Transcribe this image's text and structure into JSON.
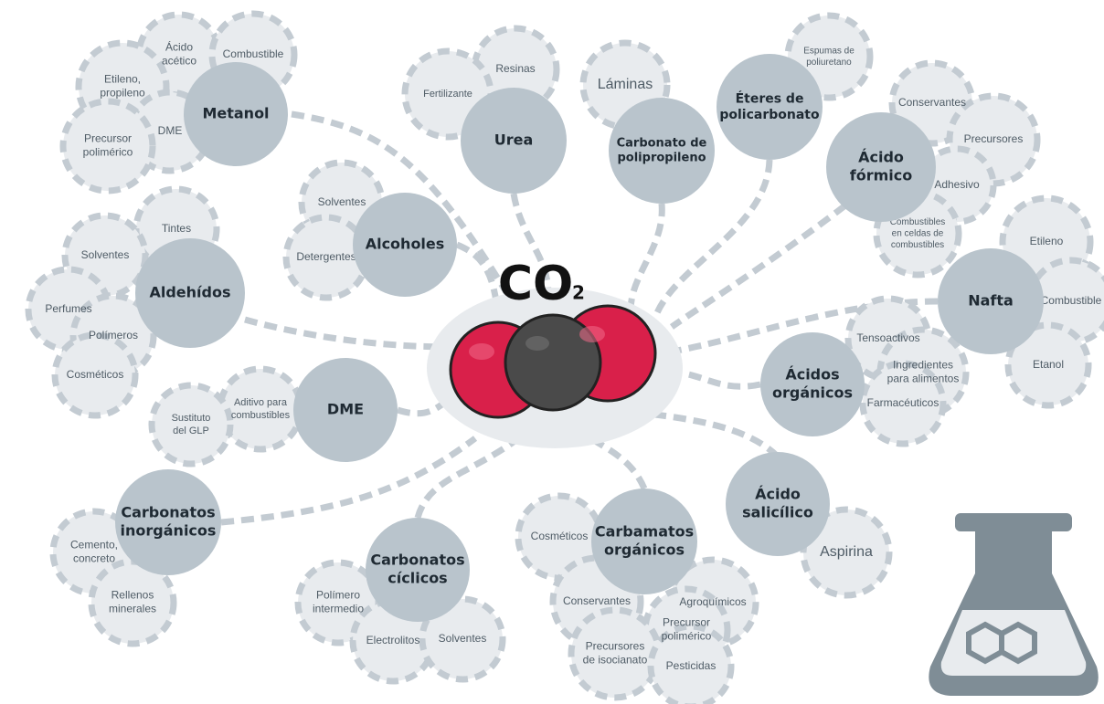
{
  "center": {
    "title": "CO",
    "subscript": "2"
  },
  "hubs": {
    "metanol": [
      "Metanol"
    ],
    "urea": [
      "Urea"
    ],
    "carbonato_pp": [
      "Carbonato de",
      "polipropileno"
    ],
    "eteres": [
      "Éteres de",
      "policarbonato"
    ],
    "acido_formico": [
      "Ácido",
      "fórmico"
    ],
    "alcoholes": [
      "Alcoholes"
    ],
    "aldehidos": [
      "Aldehídos"
    ],
    "nafta": [
      "Nafta"
    ],
    "acidos_organicos": [
      "Ácidos",
      "orgánicos"
    ],
    "dme": [
      "DME"
    ],
    "acido_salicilico": [
      "Ácido",
      "salicílico"
    ],
    "carbonatos_inorganicos": [
      "Carbonatos",
      "inorgánicos"
    ],
    "carbonatos_ciclicos": [
      "Carbonatos",
      "cíclicos"
    ],
    "carbamatos": [
      "Carbamatos",
      "orgánicos"
    ]
  },
  "satellites": {
    "acido_acetico": [
      "Ácido",
      "acético"
    ],
    "combustible_metanol": [
      "Combustible"
    ],
    "etileno_propileno": [
      "Etileno,",
      "propileno"
    ],
    "dme_metanol": [
      "DME"
    ],
    "precursor_polimerico": [
      "Precursor",
      "polimérico"
    ],
    "resinas": [
      "Resinas"
    ],
    "fertilizante": [
      "Fertilizante"
    ],
    "laminas": [
      "Láminas"
    ],
    "espumas": [
      "Espumas de",
      "poliuretano"
    ],
    "conservantes_formico": [
      "Conservantes"
    ],
    "precursores_formico": [
      "Precursores"
    ],
    "adhesivo": [
      "Adhesivo"
    ],
    "combustibles_celdas": [
      "Combustibles",
      "en celdas de",
      "combustibles"
    ],
    "solventes_alcoholes": [
      "Solventes"
    ],
    "detergentes": [
      "Detergentes"
    ],
    "tintes": [
      "Tintes"
    ],
    "solventes_aldehidos": [
      "Solventes"
    ],
    "perfumes": [
      "Perfumes"
    ],
    "polimeros": [
      "Polímeros"
    ],
    "cosmeticos_aldehidos": [
      "Cosméticos"
    ],
    "etileno_nafta": [
      "Etileno"
    ],
    "combustible_nafta": [
      "Combustible"
    ],
    "etanol": [
      "Etanol"
    ],
    "tensoactivos": [
      "Tensoactivos"
    ],
    "ingredientes": [
      "Ingredientes",
      "para alimentos"
    ],
    "farmaceuticos": [
      "Farmacéuticos"
    ],
    "aditivo": [
      "Aditivo para",
      "combustibles"
    ],
    "sustituto_glp": [
      "Sustituto",
      "del GLP"
    ],
    "aspirina": [
      "Aspirina"
    ],
    "cemento": [
      "Cemento,",
      "concreto"
    ],
    "rellenos": [
      "Rellenos",
      "minerales"
    ],
    "polimero_intermedio": [
      "Polímero",
      "intermedio"
    ],
    "electrolitos": [
      "Electrolitos"
    ],
    "solventes_ciclicos": [
      "Solventes"
    ],
    "cosmeticos_carbamatos": [
      "Cosméticos"
    ],
    "conservantes_carbamatos": [
      "Conservantes"
    ],
    "agroquimicos": [
      "Agroquímicos"
    ],
    "precursor_carbamatos": [
      "Precursor",
      "polimérico"
    ],
    "precursores_isocianato": [
      "Precursores",
      "de isocianato"
    ],
    "pesticidas": [
      "Pesticidas"
    ]
  },
  "colors": {
    "hub_fill": "#b9c4cc",
    "satellite_fill": "#e8ebee",
    "dash_stroke": "#c3cbd2",
    "text": "#4f5c66",
    "hub_text": "#1f2a33",
    "oxygen": "#d9204a",
    "carbon": "#4a4a4a",
    "flask": "#7f8d96"
  },
  "icons": {
    "molecule": "co2-molecule-icon",
    "flask": "chemistry-flask-icon"
  }
}
